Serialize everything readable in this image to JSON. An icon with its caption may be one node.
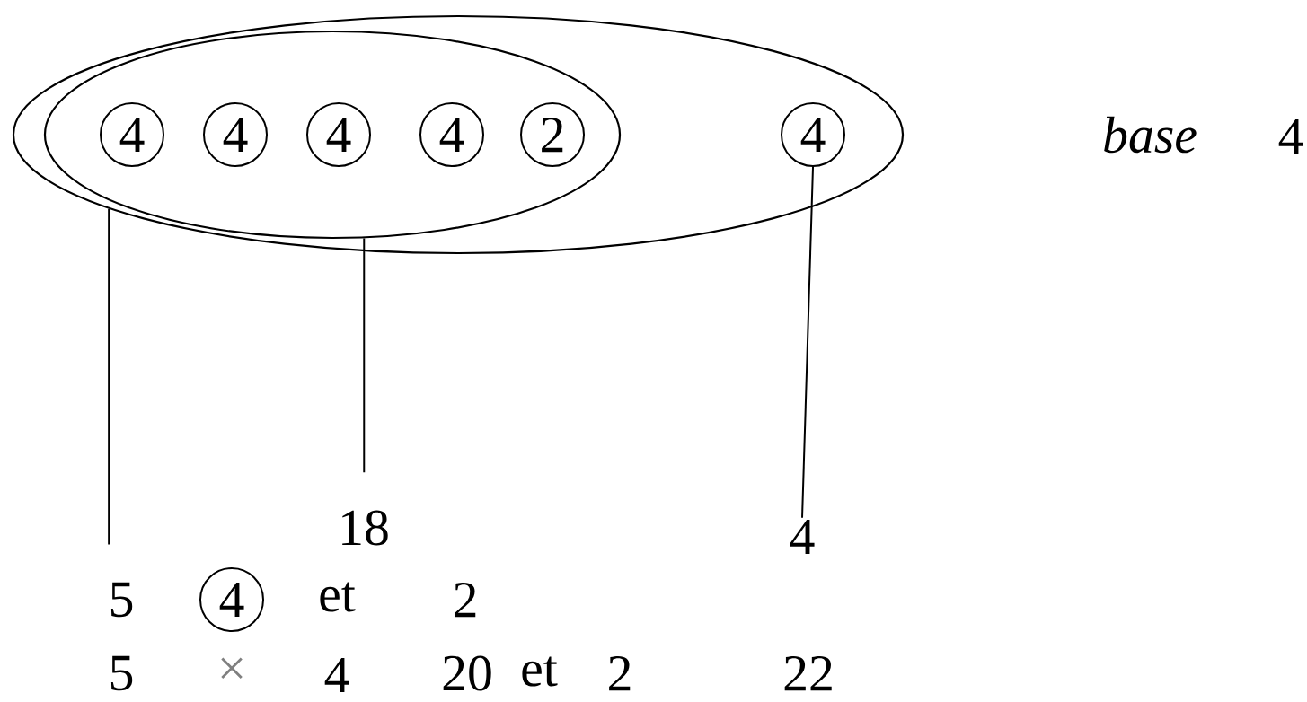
{
  "diagram": {
    "nodes": [
      {
        "text": [],
        "shape": "ellipse"
      },
      {
        "text": [],
        "shape": "ellipse",
        "in": 0
      },
      {
        "text": [
          "4"
        ],
        "in": 1
      },
      {
        "text": [
          "4"
        ],
        "in": 1
      },
      {
        "text": [
          "4"
        ],
        "in": 1
      },
      {
        "text": [
          "4"
        ],
        "in": 1
      },
      {
        "text": [
          "2"
        ],
        "in": 1
      },
      {
        "text": [
          "4"
        ],
        "in": 0
      },
      {
        "text": [
          "18"
        ]
      },
      {
        "text": [
          "4"
        ]
      },
      {
        "text": [
          "5"
        ]
      },
      {
        "text": [
          "4"
        ]
      }
    ],
    "edges": [
      {
        "from": 0,
        "to": 10,
        "arrow": "none"
      },
      {
        "from": 1,
        "to": 8,
        "arrow": "none"
      },
      {
        "from": 7,
        "to": 9,
        "arrow": "none"
      }
    ],
    "labels": [
      "base",
      "4",
      "et",
      "2",
      "5",
      "×",
      "4",
      "20",
      "et",
      "2",
      "22"
    ]
  }
}
